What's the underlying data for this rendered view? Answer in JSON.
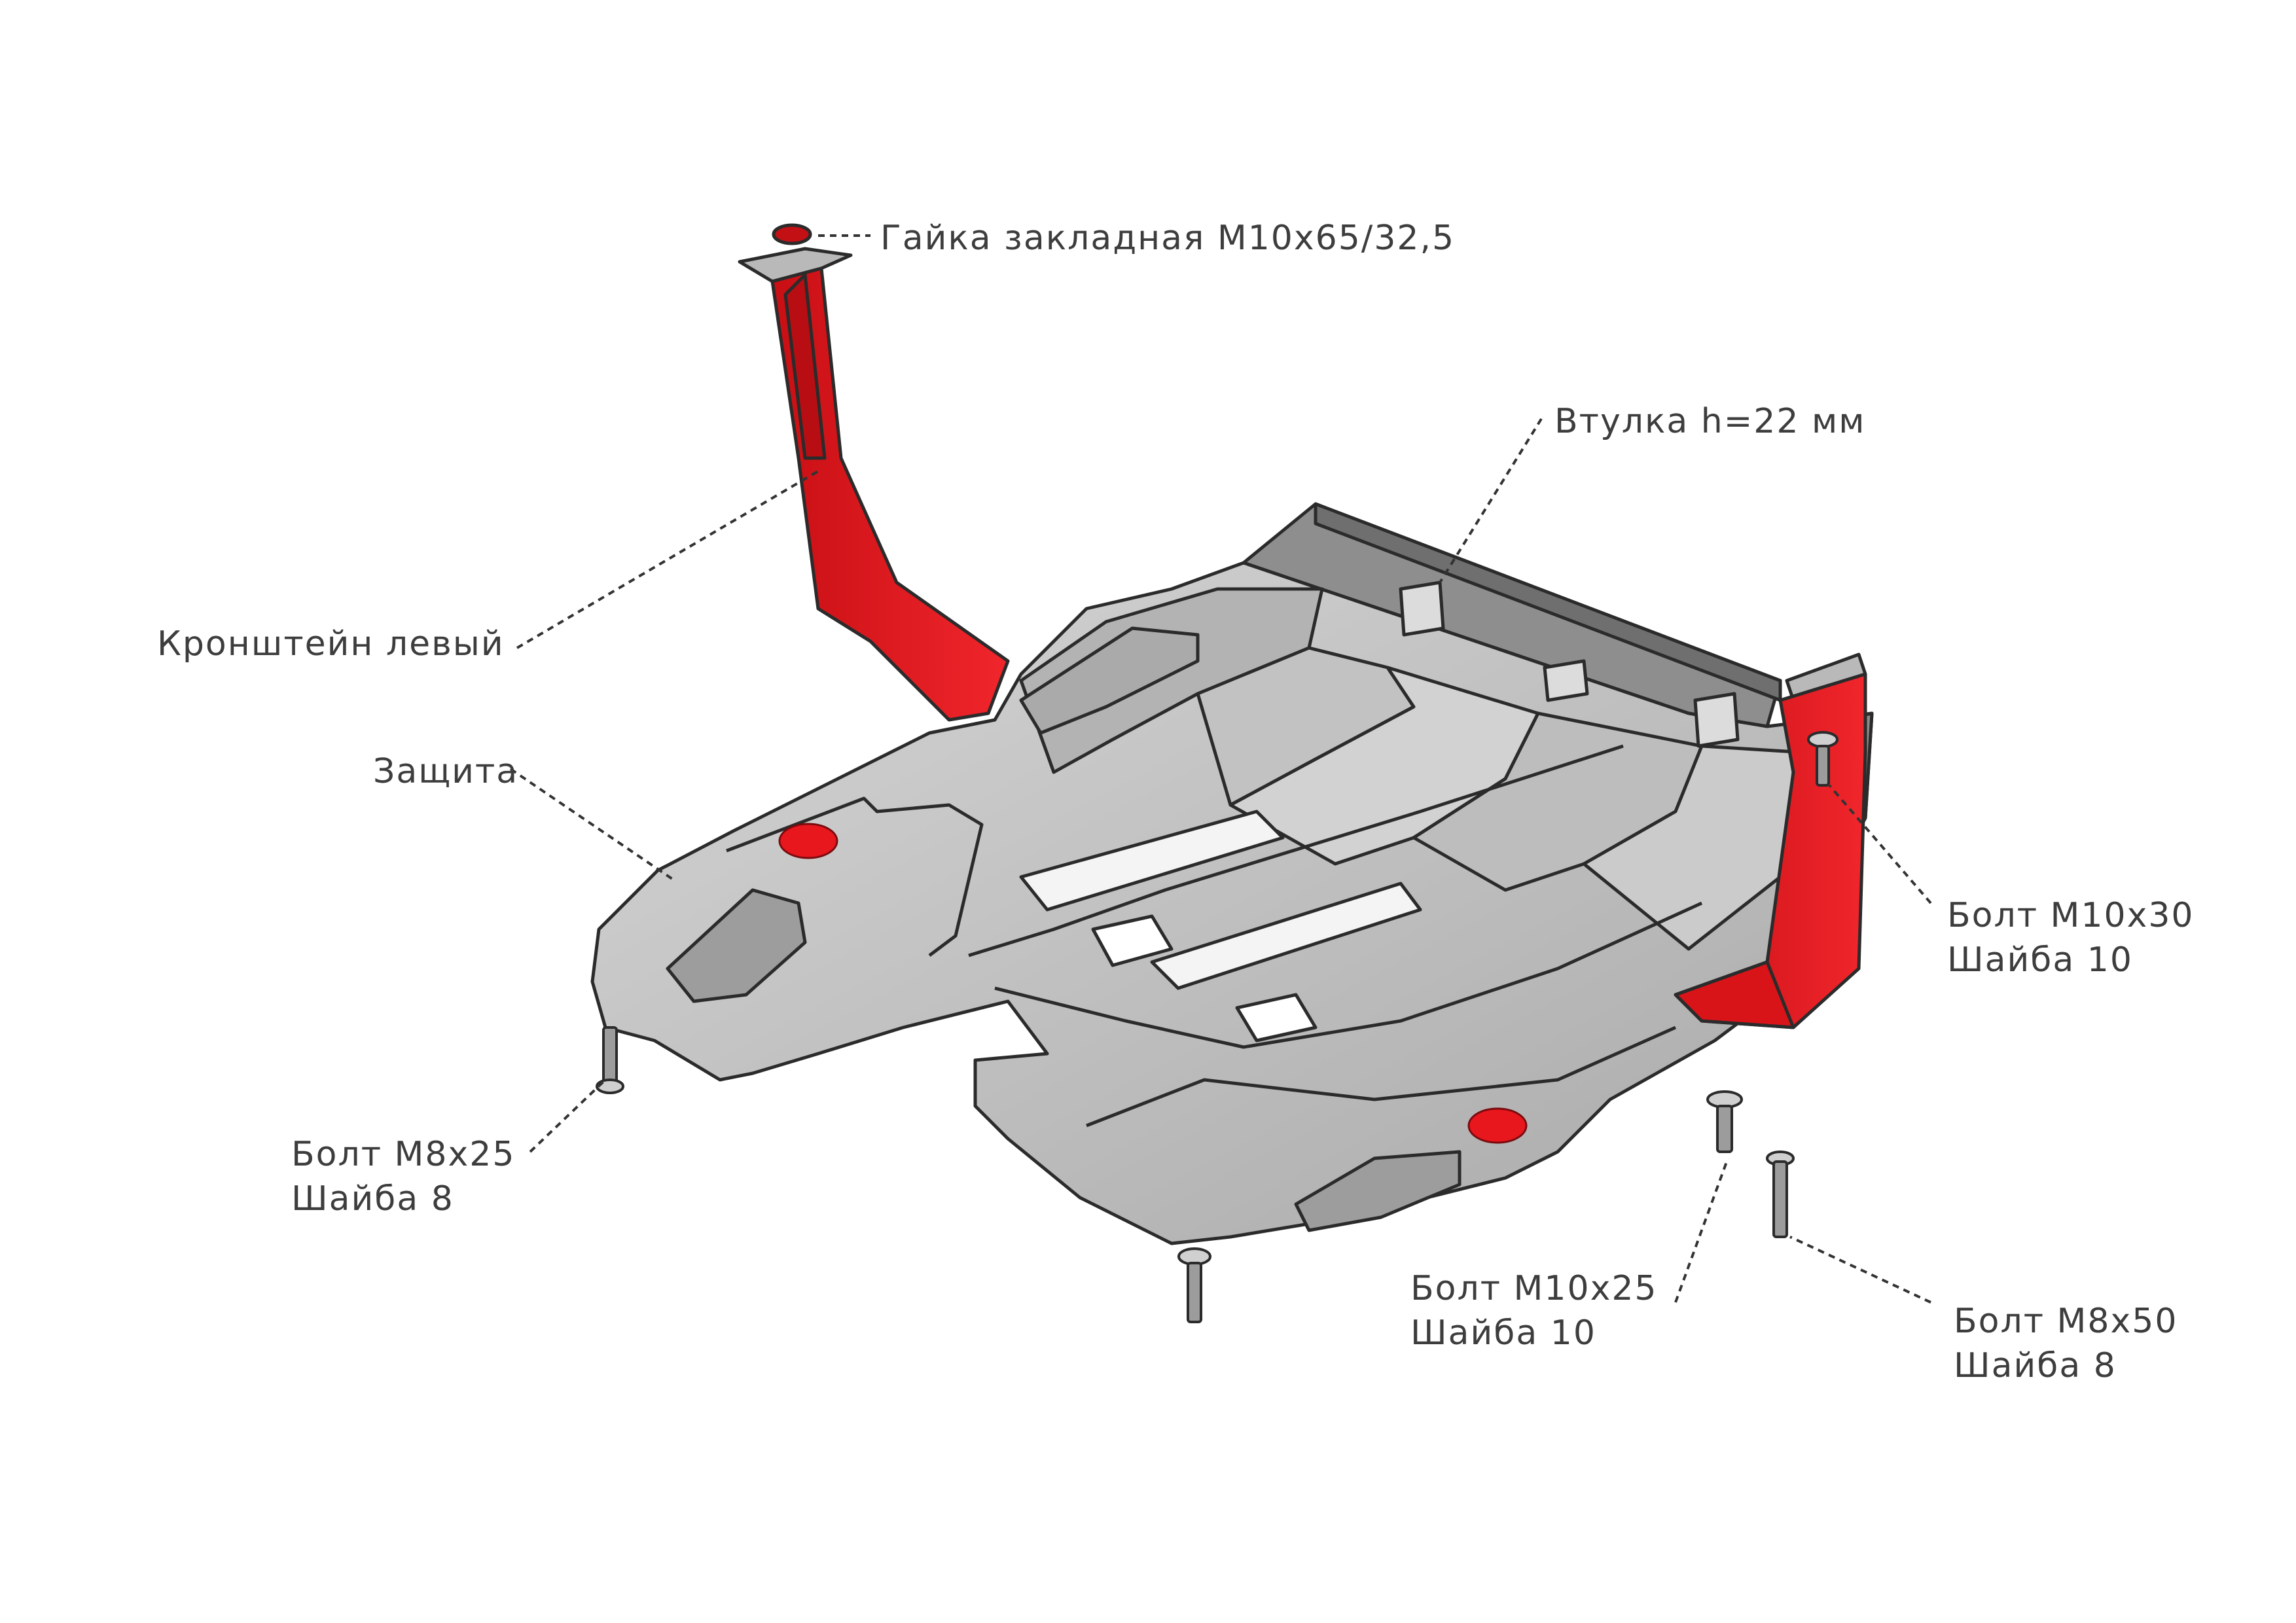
{
  "labels": {
    "nut_top": "Гайка закладная М10х65/32,5",
    "bushing": "Втулка h=22 мм",
    "bracket_left": "Кронштейн левый",
    "guard": "Защита",
    "bolt_m10x30": "Болт М10х30",
    "washer_10a": "Шайба 10",
    "bolt_m8x25": "Болт М8х25",
    "washer_8a": "Шайба 8",
    "bolt_m10x25": "Болт М10х25",
    "washer_10b": "Шайба 10",
    "bolt_m8x50": "Болт М8х50",
    "washer_8b": "Шайба 8"
  },
  "colors": {
    "guard_fill": "#c7c7c7",
    "guard_stroke": "#2b2b2b",
    "bracket_red": "#e8161d",
    "leader": "#333333"
  }
}
